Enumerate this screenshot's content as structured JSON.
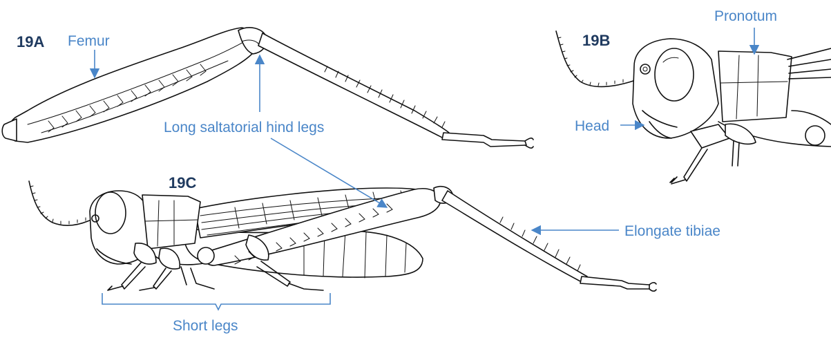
{
  "panels": {
    "a": "19A",
    "b": "19B",
    "c": "19C"
  },
  "labels": {
    "femur": "Femur",
    "pronotum": "Pronotum",
    "head": "Head",
    "long_hind_legs": "Long saltatorial hind legs",
    "elongate_tibiae": "Elongate tibiae",
    "short_legs": "Short legs"
  },
  "colors": {
    "label": "#4a86c8",
    "panel_label": "#1f3a5f",
    "ink": "#111111"
  }
}
